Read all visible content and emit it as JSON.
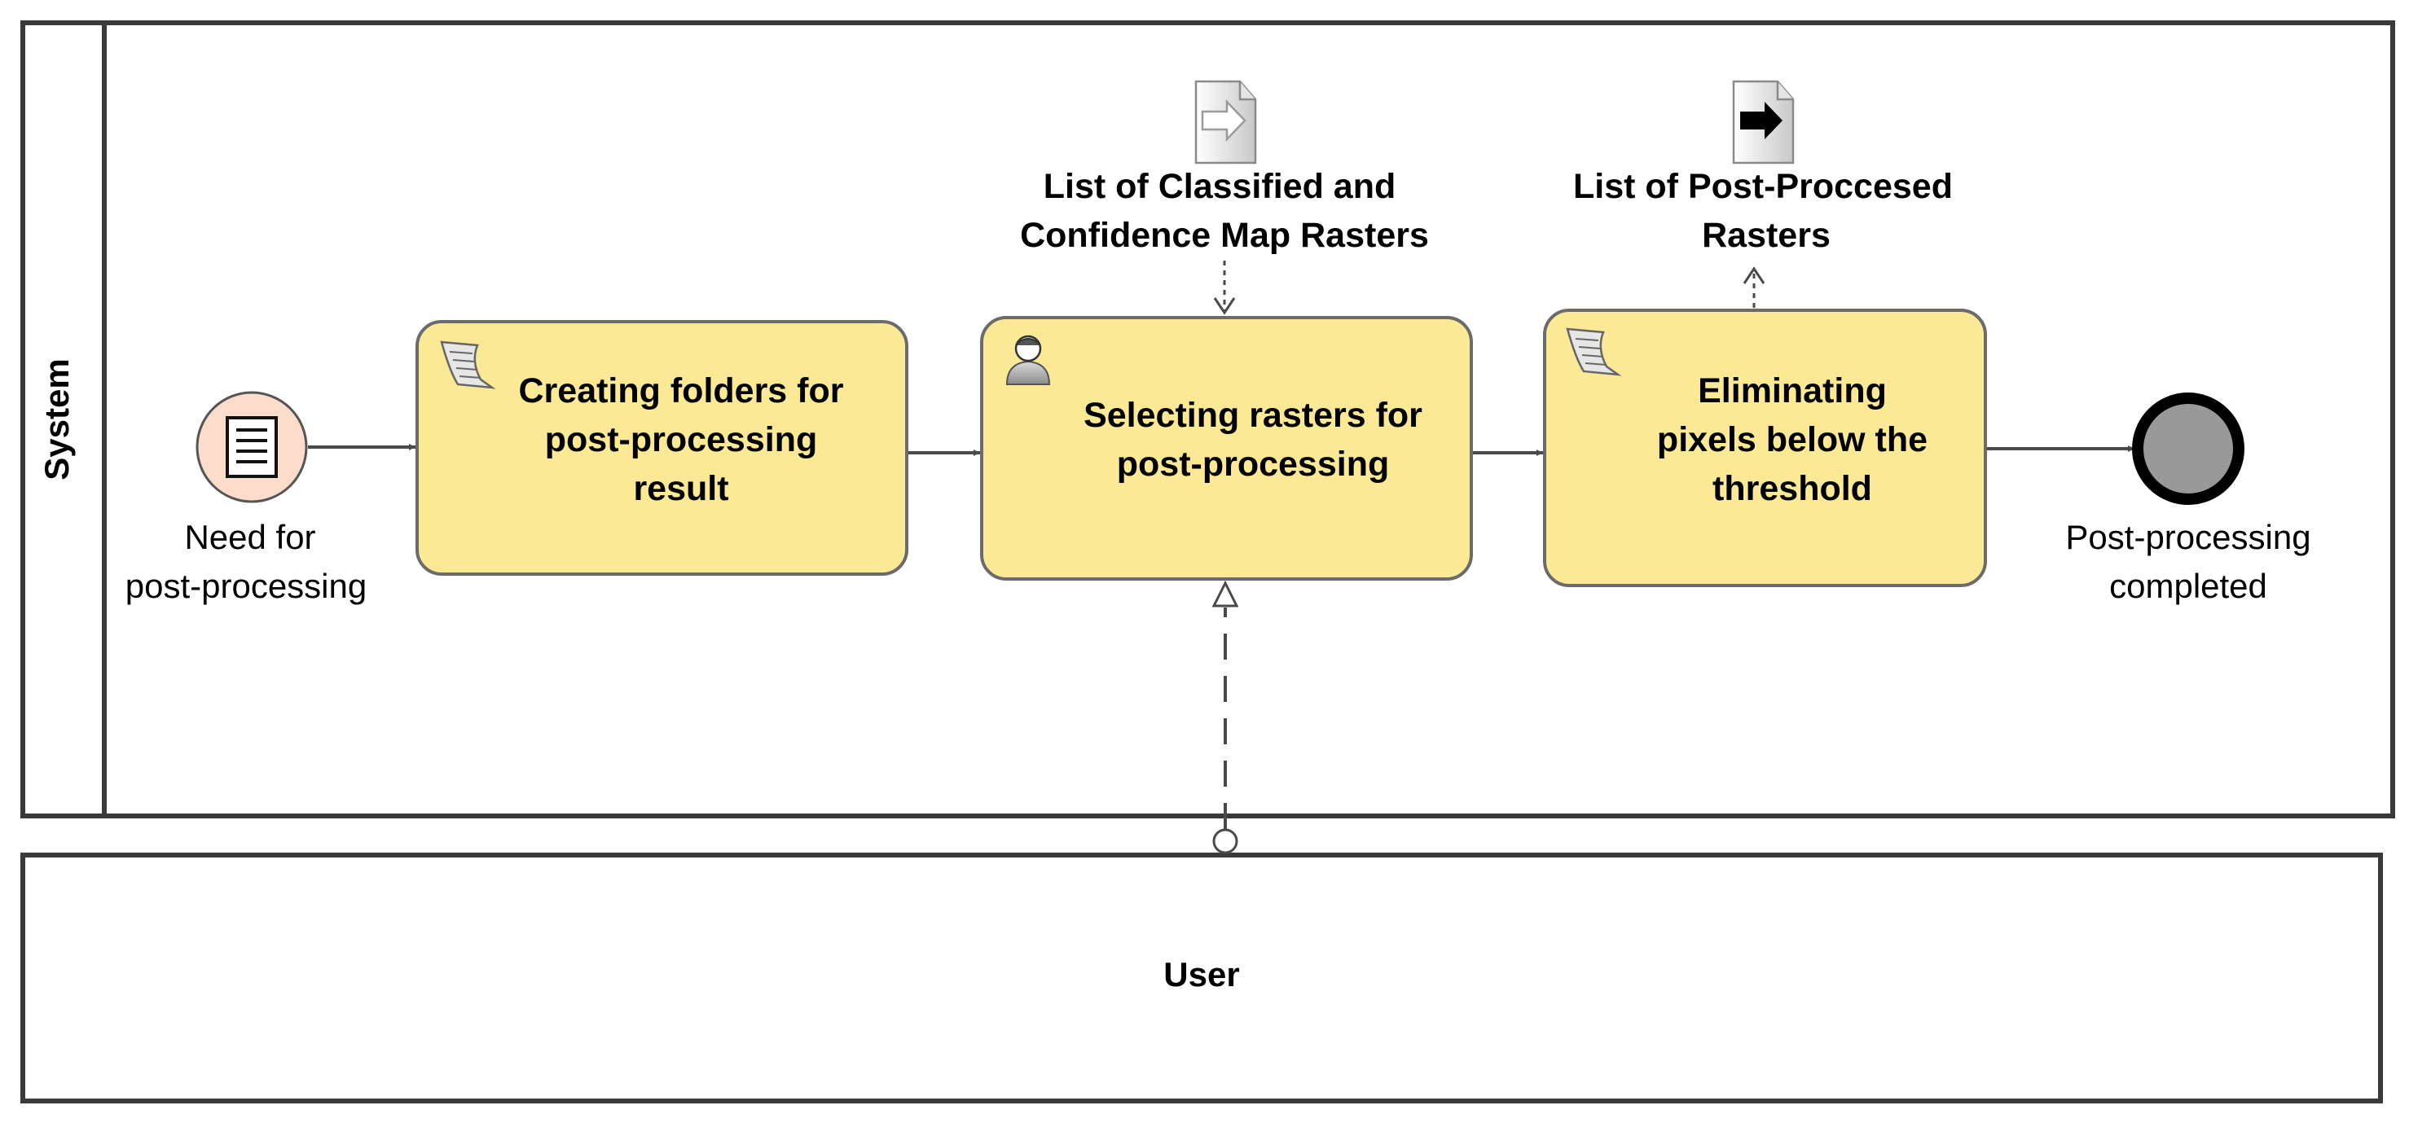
{
  "pool": {
    "system_lane": {
      "label": "System"
    },
    "user_lane": {
      "label": "User"
    }
  },
  "events": {
    "start": {
      "label_line1": "Need for",
      "label_line2": "post-processing",
      "icon": "message-document-icon",
      "fill": "#fcdccb"
    },
    "end": {
      "label_line1": "Post-processing",
      "label_line2": "completed",
      "fill": "#999999"
    }
  },
  "tasks": {
    "creating": {
      "line1": "Creating folders for",
      "line2": "post-processing",
      "line3": "result",
      "icon": "script-icon"
    },
    "selecting": {
      "line1": "Selecting rasters for",
      "line2": "post-processing",
      "icon": "user-icon"
    },
    "eliminating": {
      "line1": "Eliminating",
      "line2": "pixels below the",
      "line3": "threshold",
      "icon": "script-icon"
    }
  },
  "data_objects": {
    "input": {
      "line1": "List of Classified and",
      "line2": "Confidence Map Rasters",
      "icon": "data-input-icon"
    },
    "output": {
      "line1": "List of Post-Proccesed",
      "line2": "Rasters",
      "icon": "data-output-icon"
    }
  },
  "colors": {
    "task_fill": "#fbe995",
    "lane_border": "#3a3a3a"
  }
}
